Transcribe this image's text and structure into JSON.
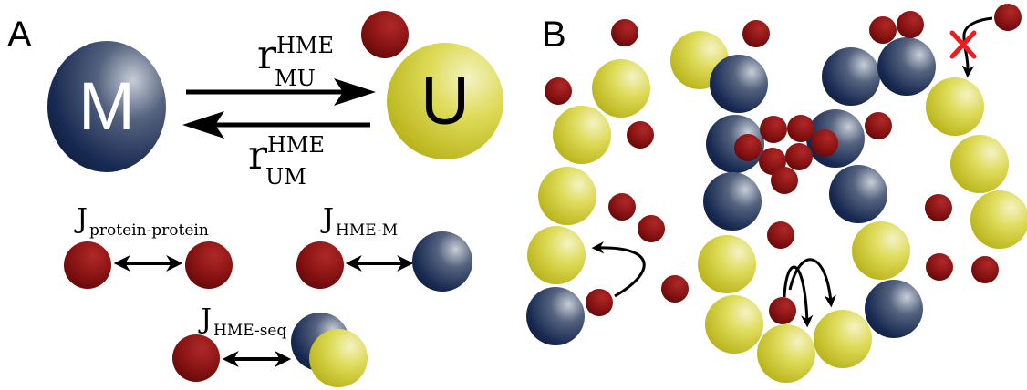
{
  "panel_a": {
    "label": "A",
    "state_m": {
      "label": "M"
    },
    "state_u": {
      "label": "U"
    },
    "rate_mu": {
      "symbol": "r",
      "superscript": "HME",
      "subscript": "MU"
    },
    "rate_um": {
      "symbol": "r",
      "superscript": "HME",
      "subscript": "UM"
    },
    "interactions": [
      {
        "symbol": "J",
        "subscript": "protein-protein"
      },
      {
        "symbol": "J",
        "subscript": "HME-M"
      },
      {
        "symbol": "J",
        "subscript": "HME-seq"
      }
    ]
  },
  "panel_b": {
    "label": "B"
  },
  "colors": {
    "protein": "#7a0f0f",
    "methylated": "#1a2b52",
    "unmethylated": "#c8c421"
  }
}
